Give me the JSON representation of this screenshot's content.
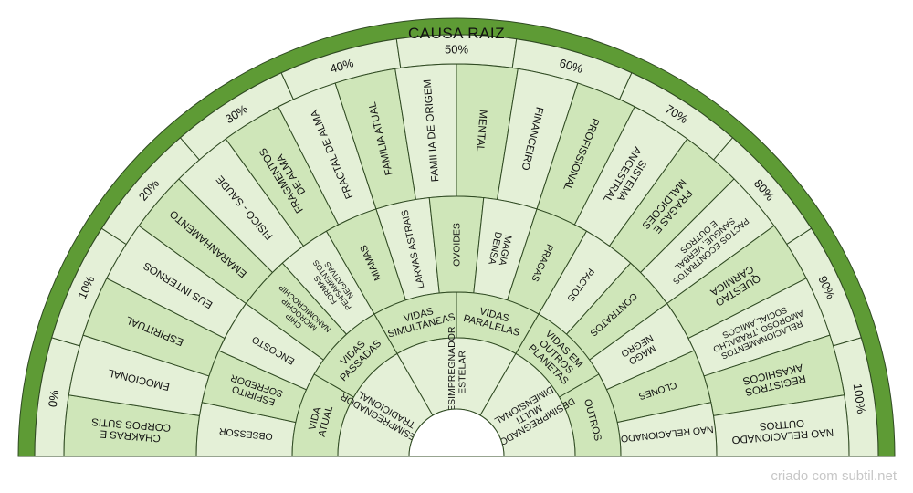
{
  "title": "CAUSA RAIZ",
  "credit": "criado com subtil.net",
  "colors": {
    "outer_band": "#5e9b35",
    "light": "#e4f0d7",
    "mid": "#cfe6b9",
    "outline": "#2f4a22"
  },
  "percent_ring": [
    "0%",
    "10%",
    "20%",
    "30%",
    "40%",
    "50%",
    "60%",
    "70%",
    "80%",
    "90%",
    "100%"
  ],
  "ring_outer": [
    [
      "CHAKRAS E",
      "CORPOS SUTIS"
    ],
    [
      "EMOCIONAL"
    ],
    [
      "ESPIRITUAL"
    ],
    [
      "EUS INTERNOS"
    ],
    [
      "EMARANHAMENTO"
    ],
    [
      "FISICO - SAUDE"
    ],
    [
      "FRAGMENTOS",
      "DE ALMA"
    ],
    [
      "FRACTAL DE ALMA"
    ],
    [
      "FAMILIA ATUAL"
    ],
    [
      "FAMILIA DE ORIGEM"
    ],
    [
      "MENTAL"
    ],
    [
      "FINANCEIRO"
    ],
    [
      "PROFISSIONAL"
    ],
    [
      "SISTEMA",
      "ANCESTRAL"
    ],
    [
      "PRAGAS E",
      "MALDICOES"
    ],
    [
      "PACTOS ECONTRATOS",
      "SANGUE, VERBAL",
      "E OUTROS"
    ],
    [
      "QUESTAO",
      "CARMICA"
    ],
    [
      "RELACIONAMENTOS",
      "AMOROSO ,TRABALHO",
      "SOCIAL,AMIGOS"
    ],
    [
      "REGISTROS",
      "AKASHICOS"
    ],
    [
      "NAO RELACIONADO",
      "OUTROS"
    ]
  ],
  "ring_middle": [
    [
      "OBSESSOR"
    ],
    [
      "ESPIRITO",
      "SOFREDOR"
    ],
    [
      "ENCOSTO"
    ],
    [
      "CHIP",
      "MICROCHIP",
      "NANOMICROCHIP"
    ],
    [
      "FORMAS",
      "PENSAMENTOS",
      "NEGATIVAS"
    ],
    [
      "MIAMAS"
    ],
    [
      "LARVAS ASTRAIS"
    ],
    [
      "OVOIDES"
    ],
    [
      "MAGIA",
      "DENSA"
    ],
    [
      "PRAGAS"
    ],
    [
      "PACTOS"
    ],
    [
      "CONTRATOS"
    ],
    [
      "MAGO",
      "NEGRO"
    ],
    [
      "CLONES"
    ],
    [
      "NAO RELACIONADO"
    ]
  ],
  "ring_inner": [
    [
      "VIDA",
      "ATUAL"
    ],
    [
      "VIDAS",
      "PASSADAS"
    ],
    [
      "VIDAS",
      "SIMULTANEAS"
    ],
    [
      "VIDAS",
      "PARALELAS"
    ],
    [
      "VIDAS EM",
      "OUTROS",
      "PLANETAS"
    ],
    [
      "OUTROS"
    ]
  ],
  "ring_core": [
    [
      "DESIMPREGNADOR",
      "TRADICIONAL"
    ],
    [
      "DESIMPREGNADOR",
      "ESTELAR"
    ],
    [
      "DESIMPREGNADOR",
      "MULTI",
      "DIMENSIONAL"
    ]
  ]
}
